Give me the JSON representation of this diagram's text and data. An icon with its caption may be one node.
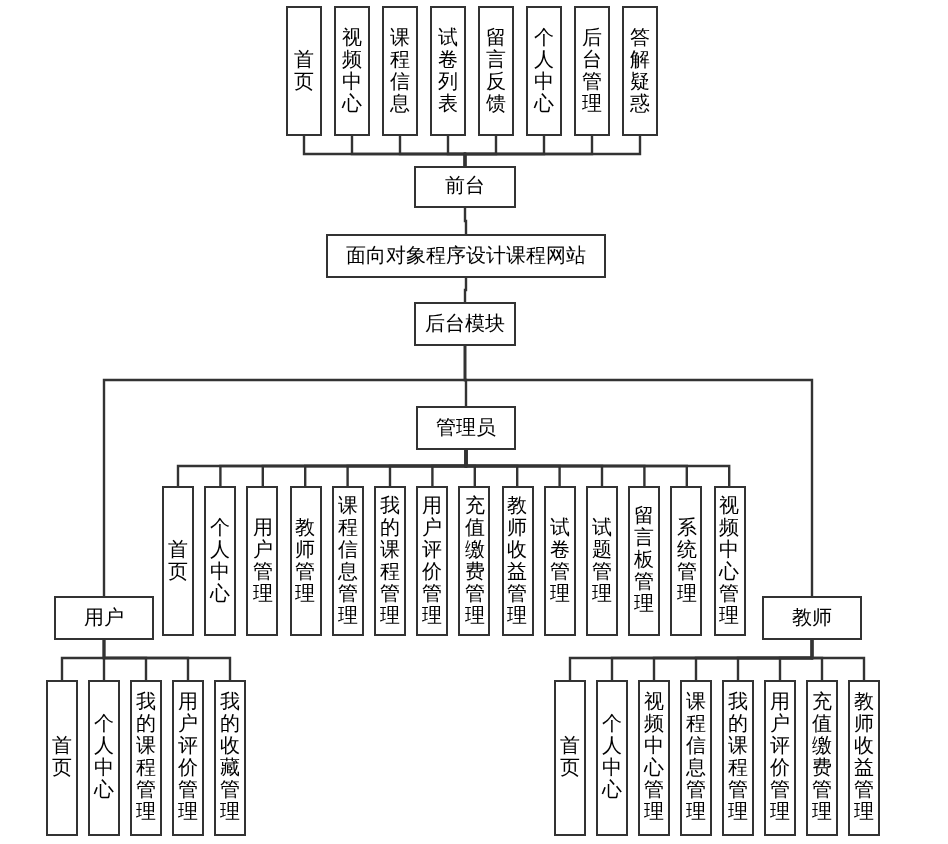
{
  "diagram": {
    "nodes": [
      {
        "text": [
          "首页"
        ]
      },
      {
        "text": [
          "视频中心"
        ]
      },
      {
        "text": [
          "课程信息"
        ]
      },
      {
        "text": [
          "试卷列表"
        ]
      },
      {
        "text": [
          "留言反馈"
        ]
      },
      {
        "text": [
          "个人中心"
        ]
      },
      {
        "text": [
          "后台管理"
        ]
      },
      {
        "text": [
          "答解疑惑"
        ]
      },
      {
        "text": [
          "前台"
        ]
      },
      {
        "text": [
          "面向对象程序设计课程网站"
        ]
      },
      {
        "text": [
          "后台模块"
        ]
      },
      {
        "text": [
          "管理员"
        ]
      },
      {
        "text": [
          "首页"
        ]
      },
      {
        "text": [
          "个人中心"
        ]
      },
      {
        "text": [
          "用户管理"
        ]
      },
      {
        "text": [
          "教师管理"
        ]
      },
      {
        "text": [
          "课程信息管理"
        ]
      },
      {
        "text": [
          "我的课程管理"
        ]
      },
      {
        "text": [
          "用户评价管理"
        ]
      },
      {
        "text": [
          "充值缴费管理"
        ]
      },
      {
        "text": [
          "教师收益管理"
        ]
      },
      {
        "text": [
          "试卷管理"
        ]
      },
      {
        "text": [
          "试题管理"
        ]
      },
      {
        "text": [
          "留言板管理"
        ]
      },
      {
        "text": [
          "系统管理"
        ]
      },
      {
        "text": [
          "视频中心管理"
        ]
      },
      {
        "text": [
          "用户"
        ]
      },
      {
        "text": [
          "首页"
        ]
      },
      {
        "text": [
          "个人中心"
        ]
      },
      {
        "text": [
          "我的课程管理"
        ]
      },
      {
        "text": [
          "用户评价管理"
        ]
      },
      {
        "text": [
          "我的收藏管理"
        ]
      },
      {
        "text": [
          "教师"
        ]
      },
      {
        "text": [
          "首页"
        ]
      },
      {
        "text": [
          "个人中心"
        ]
      },
      {
        "text": [
          "视频中心管理"
        ]
      },
      {
        "text": [
          "课程信息管理"
        ]
      },
      {
        "text": [
          "我的课程管理"
        ]
      },
      {
        "text": [
          "用户评价管理"
        ]
      },
      {
        "text": [
          "充值缴费管理"
        ]
      },
      {
        "text": [
          "教师收益管理"
        ]
      }
    ],
    "edges": [
      {
        "from": 0,
        "to": 8,
        "arrow": "none"
      },
      {
        "from": 1,
        "to": 8,
        "arrow": "none"
      },
      {
        "from": 2,
        "to": 8,
        "arrow": "none"
      },
      {
        "from": 3,
        "to": 8,
        "arrow": "none"
      },
      {
        "from": 4,
        "to": 8,
        "arrow": "none"
      },
      {
        "from": 5,
        "to": 8,
        "arrow": "none"
      },
      {
        "from": 6,
        "to": 8,
        "arrow": "none"
      },
      {
        "from": 7,
        "to": 8,
        "arrow": "none"
      },
      {
        "from": 8,
        "to": 9,
        "arrow": "none"
      },
      {
        "from": 9,
        "to": 10,
        "arrow": "none"
      },
      {
        "from": 10,
        "to": 11,
        "arrow": "none"
      },
      {
        "from": 10,
        "to": 26,
        "arrow": "none"
      },
      {
        "from": 10,
        "to": 32,
        "arrow": "none"
      },
      {
        "from": 11,
        "to": 12,
        "arrow": "none"
      },
      {
        "from": 11,
        "to": 13,
        "arrow": "none"
      },
      {
        "from": 11,
        "to": 14,
        "arrow": "none"
      },
      {
        "from": 11,
        "to": 15,
        "arrow": "none"
      },
      {
        "from": 11,
        "to": 16,
        "arrow": "none"
      },
      {
        "from": 11,
        "to": 17,
        "arrow": "none"
      },
      {
        "from": 11,
        "to": 18,
        "arrow": "none"
      },
      {
        "from": 11,
        "to": 19,
        "arrow": "none"
      },
      {
        "from": 11,
        "to": 20,
        "arrow": "none"
      },
      {
        "from": 11,
        "to": 21,
        "arrow": "none"
      },
      {
        "from": 11,
        "to": 22,
        "arrow": "none"
      },
      {
        "from": 11,
        "to": 23,
        "arrow": "none"
      },
      {
        "from": 11,
        "to": 24,
        "arrow": "none"
      },
      {
        "from": 11,
        "to": 25,
        "arrow": "none"
      },
      {
        "from": 26,
        "to": 27,
        "arrow": "none"
      },
      {
        "from": 26,
        "to": 28,
        "arrow": "none"
      },
      {
        "from": 26,
        "to": 29,
        "arrow": "none"
      },
      {
        "from": 26,
        "to": 30,
        "arrow": "none"
      },
      {
        "from": 26,
        "to": 31,
        "arrow": "none"
      },
      {
        "from": 32,
        "to": 33,
        "arrow": "none"
      },
      {
        "from": 32,
        "to": 34,
        "arrow": "none"
      },
      {
        "from": 32,
        "to": 35,
        "arrow": "none"
      },
      {
        "from": 32,
        "to": 36,
        "arrow": "none"
      },
      {
        "from": 32,
        "to": 37,
        "arrow": "none"
      },
      {
        "from": 32,
        "to": 38,
        "arrow": "none"
      },
      {
        "from": 32,
        "to": 39,
        "arrow": "none"
      },
      {
        "from": 32,
        "to": 40,
        "arrow": "none"
      }
    ]
  }
}
